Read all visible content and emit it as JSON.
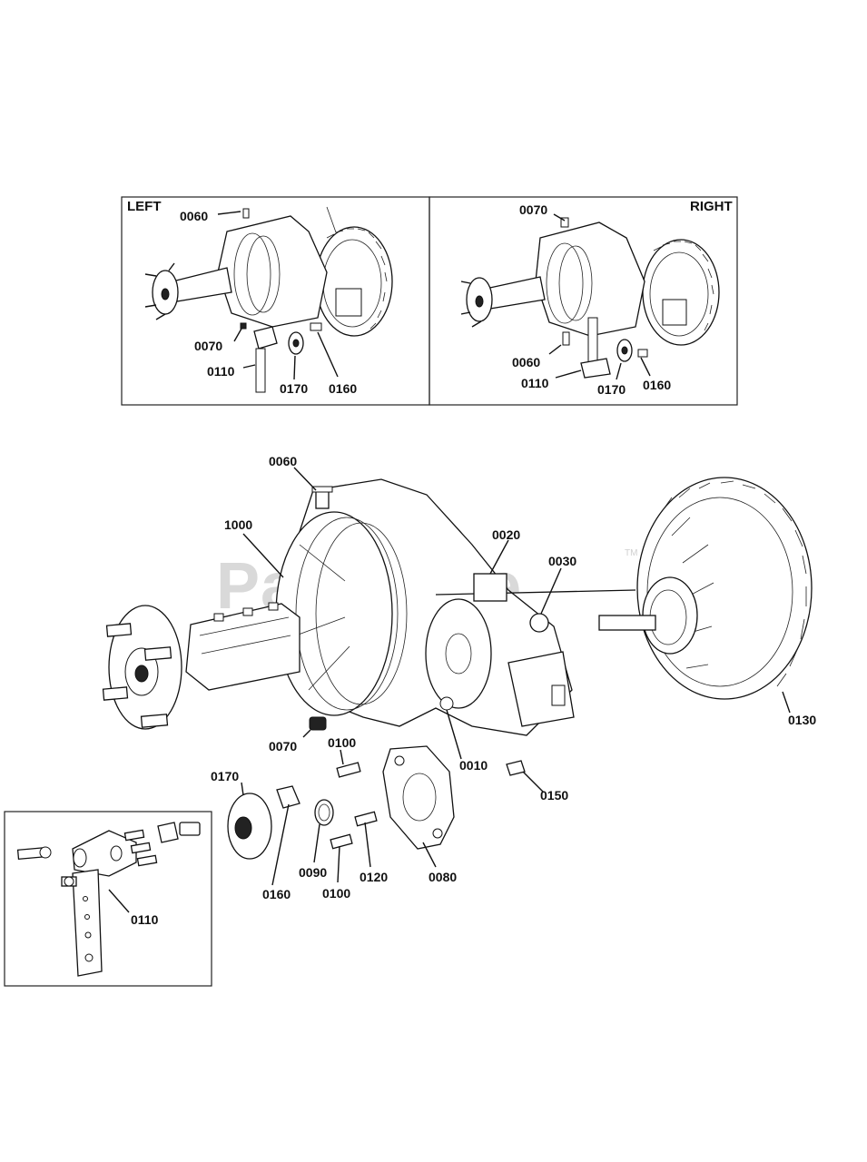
{
  "watermark": {
    "text": "PartsTree",
    "tm": "TM"
  },
  "inset_left": {
    "title": "LEFT",
    "callouts": {
      "c0060": "0060",
      "c0070": "0070",
      "c0110": "0110",
      "c0170": "0170",
      "c0160": "0160"
    }
  },
  "inset_right": {
    "title": "RIGHT",
    "callouts": {
      "c0070": "0070",
      "c0060": "0060",
      "c0110": "0110",
      "c0170": "0170",
      "c0160": "0160"
    }
  },
  "main": {
    "callouts": {
      "c0060": "0060",
      "c1000": "1000",
      "c0020": "0020",
      "c0030": "0030",
      "c0130": "0130",
      "c0070": "0070",
      "c0100a": "0100",
      "c0010": "0010",
      "c0150": "0150",
      "c0170": "0170",
      "c0160": "0160",
      "c0090": "0090",
      "c0100b": "0100",
      "c0120": "0120",
      "c0080": "0080"
    }
  },
  "detail_inset": {
    "callouts": {
      "c0110": "0110"
    }
  }
}
